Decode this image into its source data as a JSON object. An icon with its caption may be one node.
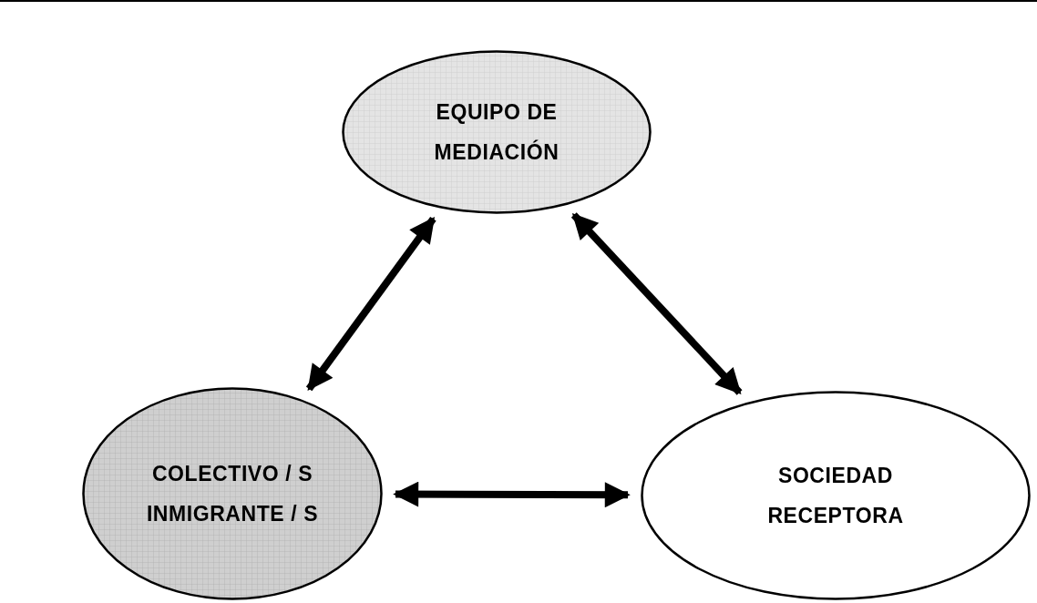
{
  "diagram": {
    "nodes": [
      {
        "text": [
          "EQUIPO DE MEDIACIÓN"
        ]
      },
      {
        "text": [
          "COLECTIVO / S INMIGRANTE / S"
        ]
      },
      {
        "text": [
          "SOCIEDAD RECEPTORA"
        ]
      }
    ],
    "edges": [
      {
        "from": 1,
        "to": 0,
        "arrow": "both"
      },
      {
        "from": 0,
        "to": 2,
        "arrow": "both"
      },
      {
        "from": 1,
        "to": 2,
        "arrow": "both"
      }
    ]
  }
}
